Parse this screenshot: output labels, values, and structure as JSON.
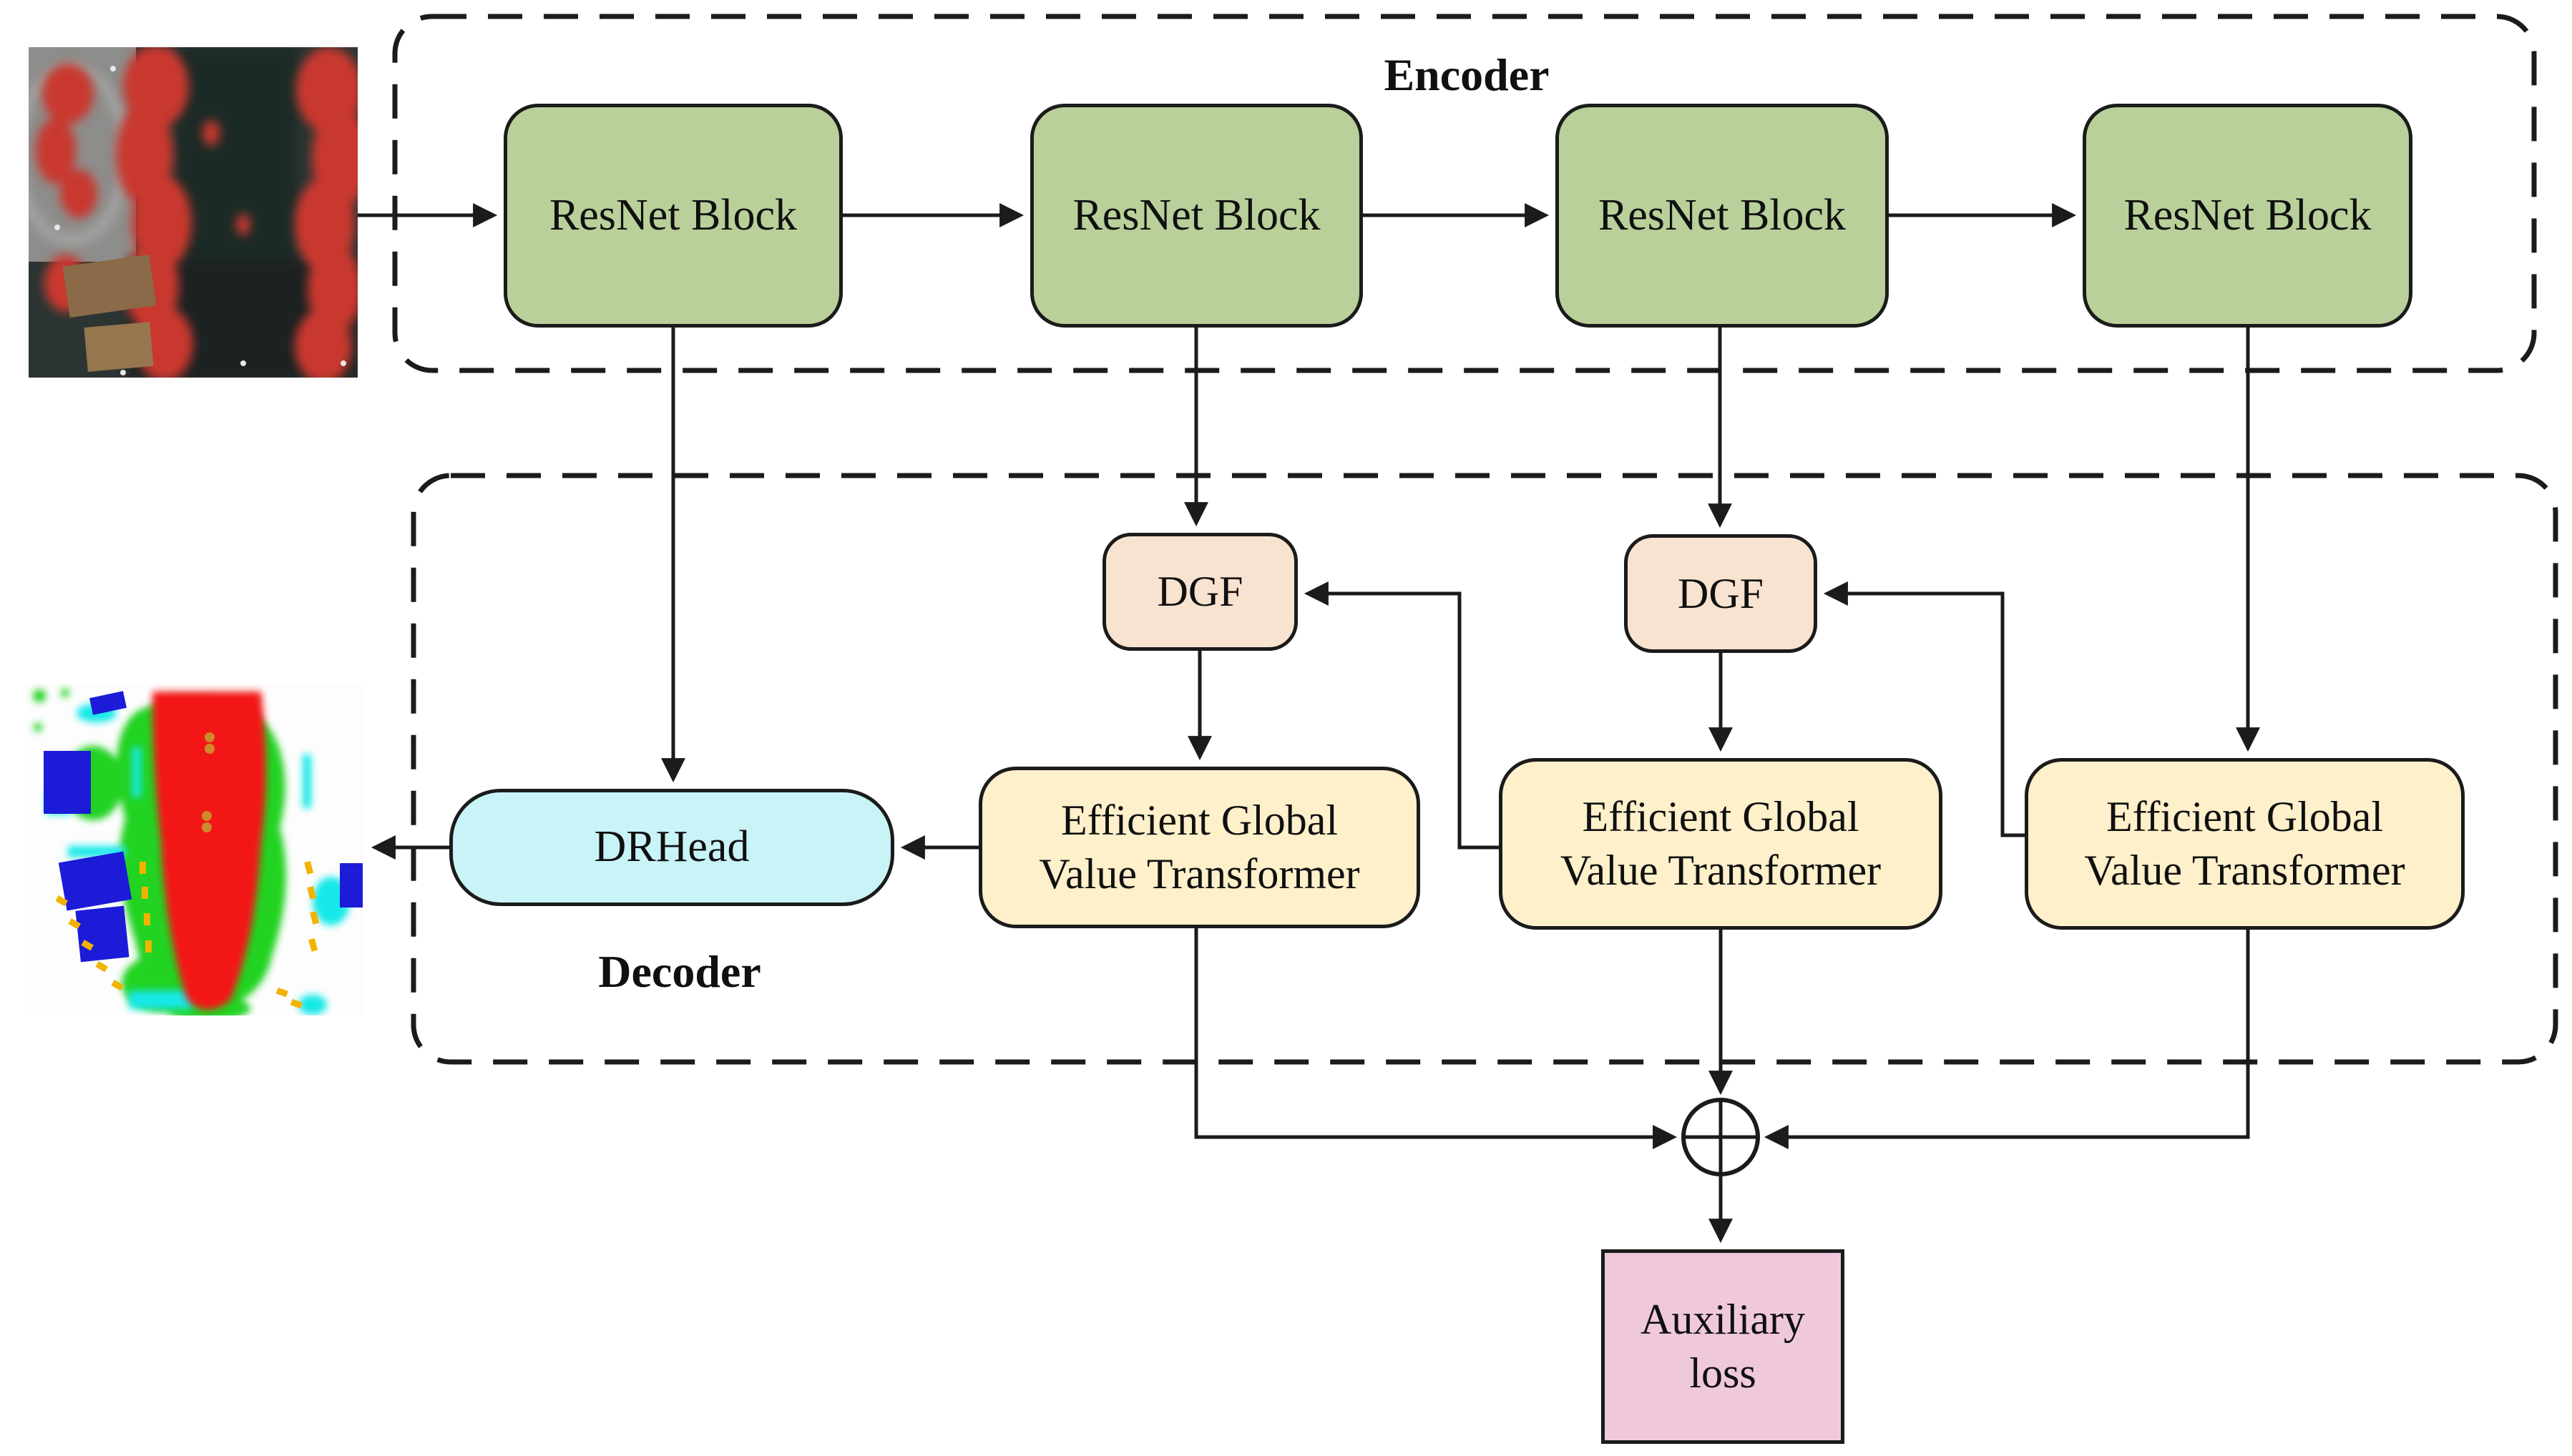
{
  "figure": {
    "encoder": {
      "label": "Encoder",
      "blocks": [
        {
          "label": "ResNet Block"
        },
        {
          "label": "ResNet Block"
        },
        {
          "label": "ResNet Block"
        },
        {
          "label": "ResNet Block"
        }
      ]
    },
    "decoder": {
      "label": "Decoder",
      "dgf": [
        {
          "label": "DGF"
        },
        {
          "label": "DGF"
        }
      ],
      "egvt": [
        {
          "line1": "Efficient Global",
          "line2": "Value Transformer"
        },
        {
          "line1": "Efficient Global",
          "line2": "Value Transformer"
        },
        {
          "line1": "Efficient Global",
          "line2": "Value Transformer"
        }
      ],
      "drhead": {
        "label": "DRHead"
      }
    },
    "aux": {
      "line1": "Auxiliary",
      "line2": "loss"
    }
  },
  "colors": {
    "resnet_fill": "#b9d09a",
    "dgf_fill": "#f8e3d0",
    "egvt_fill": "#fdf0ca",
    "drhead_fill": "#c9f4f7",
    "aux_fill": "#f0c8dc",
    "line": "#1b1b1b",
    "seg_red": "#f31212",
    "seg_green": "#21d321",
    "seg_blue": "#1b1bd8",
    "seg_cyan": "#19e8e8",
    "seg_yellow": "#f2b300",
    "aerial_red": "#c9372e",
    "aerial_gray": "#8d8d8b",
    "aerial_dark": "#27302e"
  }
}
